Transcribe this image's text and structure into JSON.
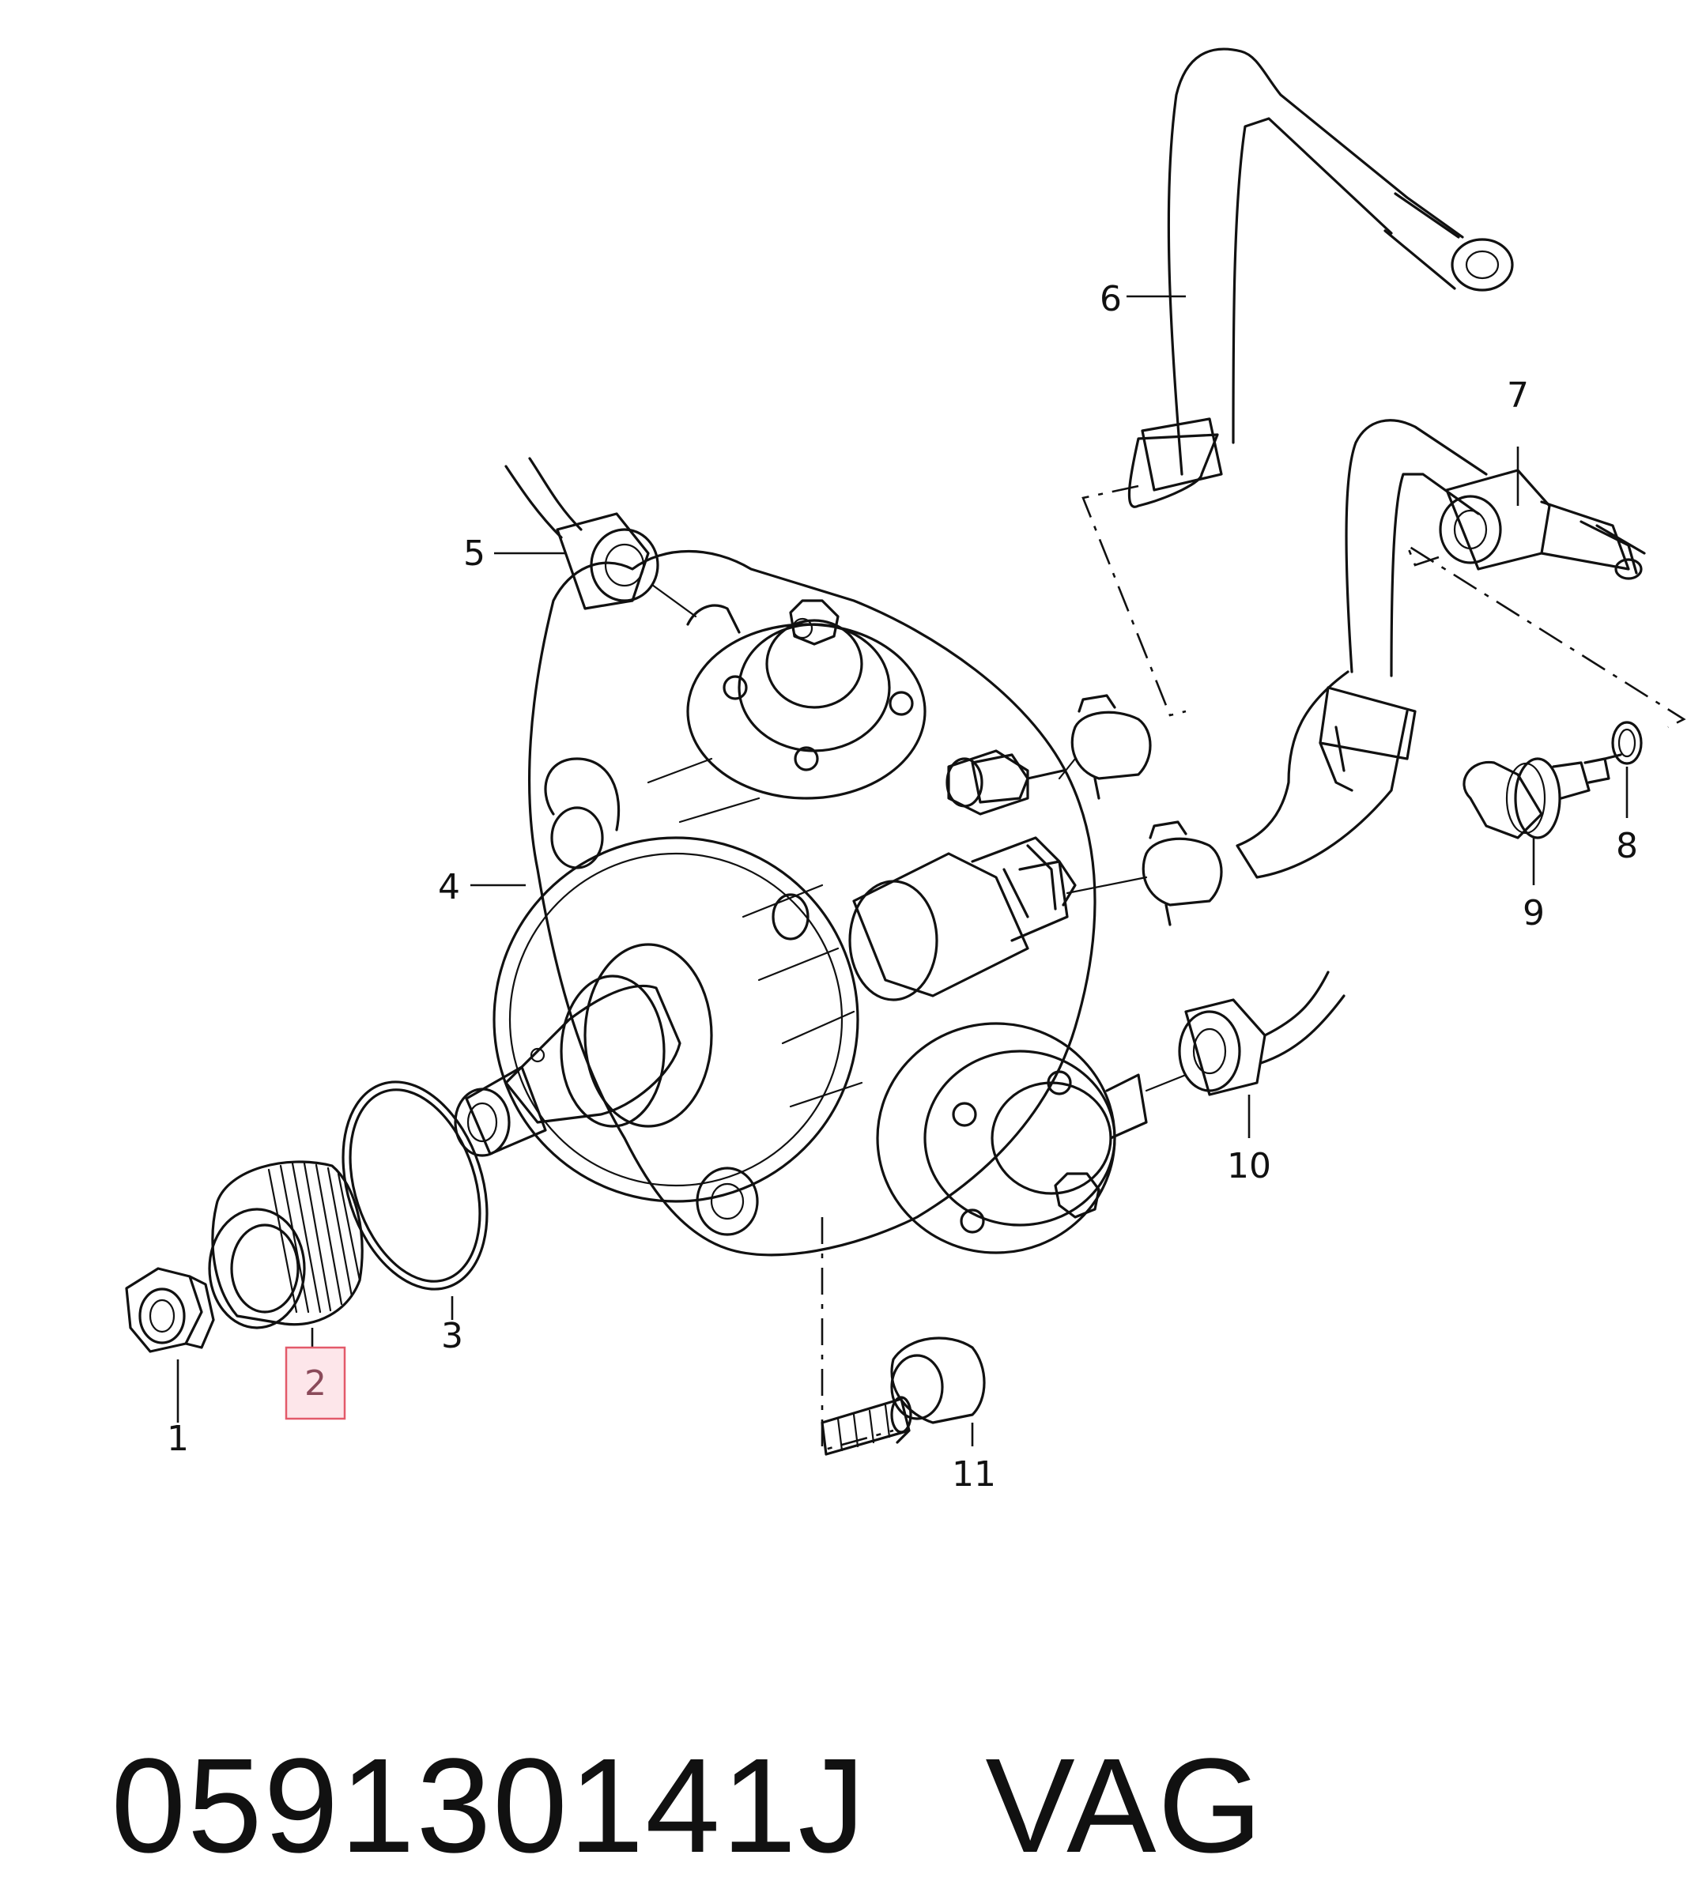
{
  "callouts": [
    {
      "id": "1",
      "label": "1"
    },
    {
      "id": "2",
      "label": "2",
      "highlighted": true
    },
    {
      "id": "3",
      "label": "3"
    },
    {
      "id": "4",
      "label": "4"
    },
    {
      "id": "5",
      "label": "5"
    },
    {
      "id": "6",
      "label": "6"
    },
    {
      "id": "7",
      "label": "7"
    },
    {
      "id": "8",
      "label": "8"
    },
    {
      "id": "9",
      "label": "9"
    },
    {
      "id": "10",
      "label": "10"
    },
    {
      "id": "11",
      "label": "11"
    }
  ],
  "caption": {
    "part_number": "059130141J",
    "brand": "VAG"
  },
  "colors": {
    "line": "#111111",
    "highlight_box": "#e35a6a",
    "highlight_fill": "#fde6ea",
    "highlight_text": "#8a4a5a"
  }
}
